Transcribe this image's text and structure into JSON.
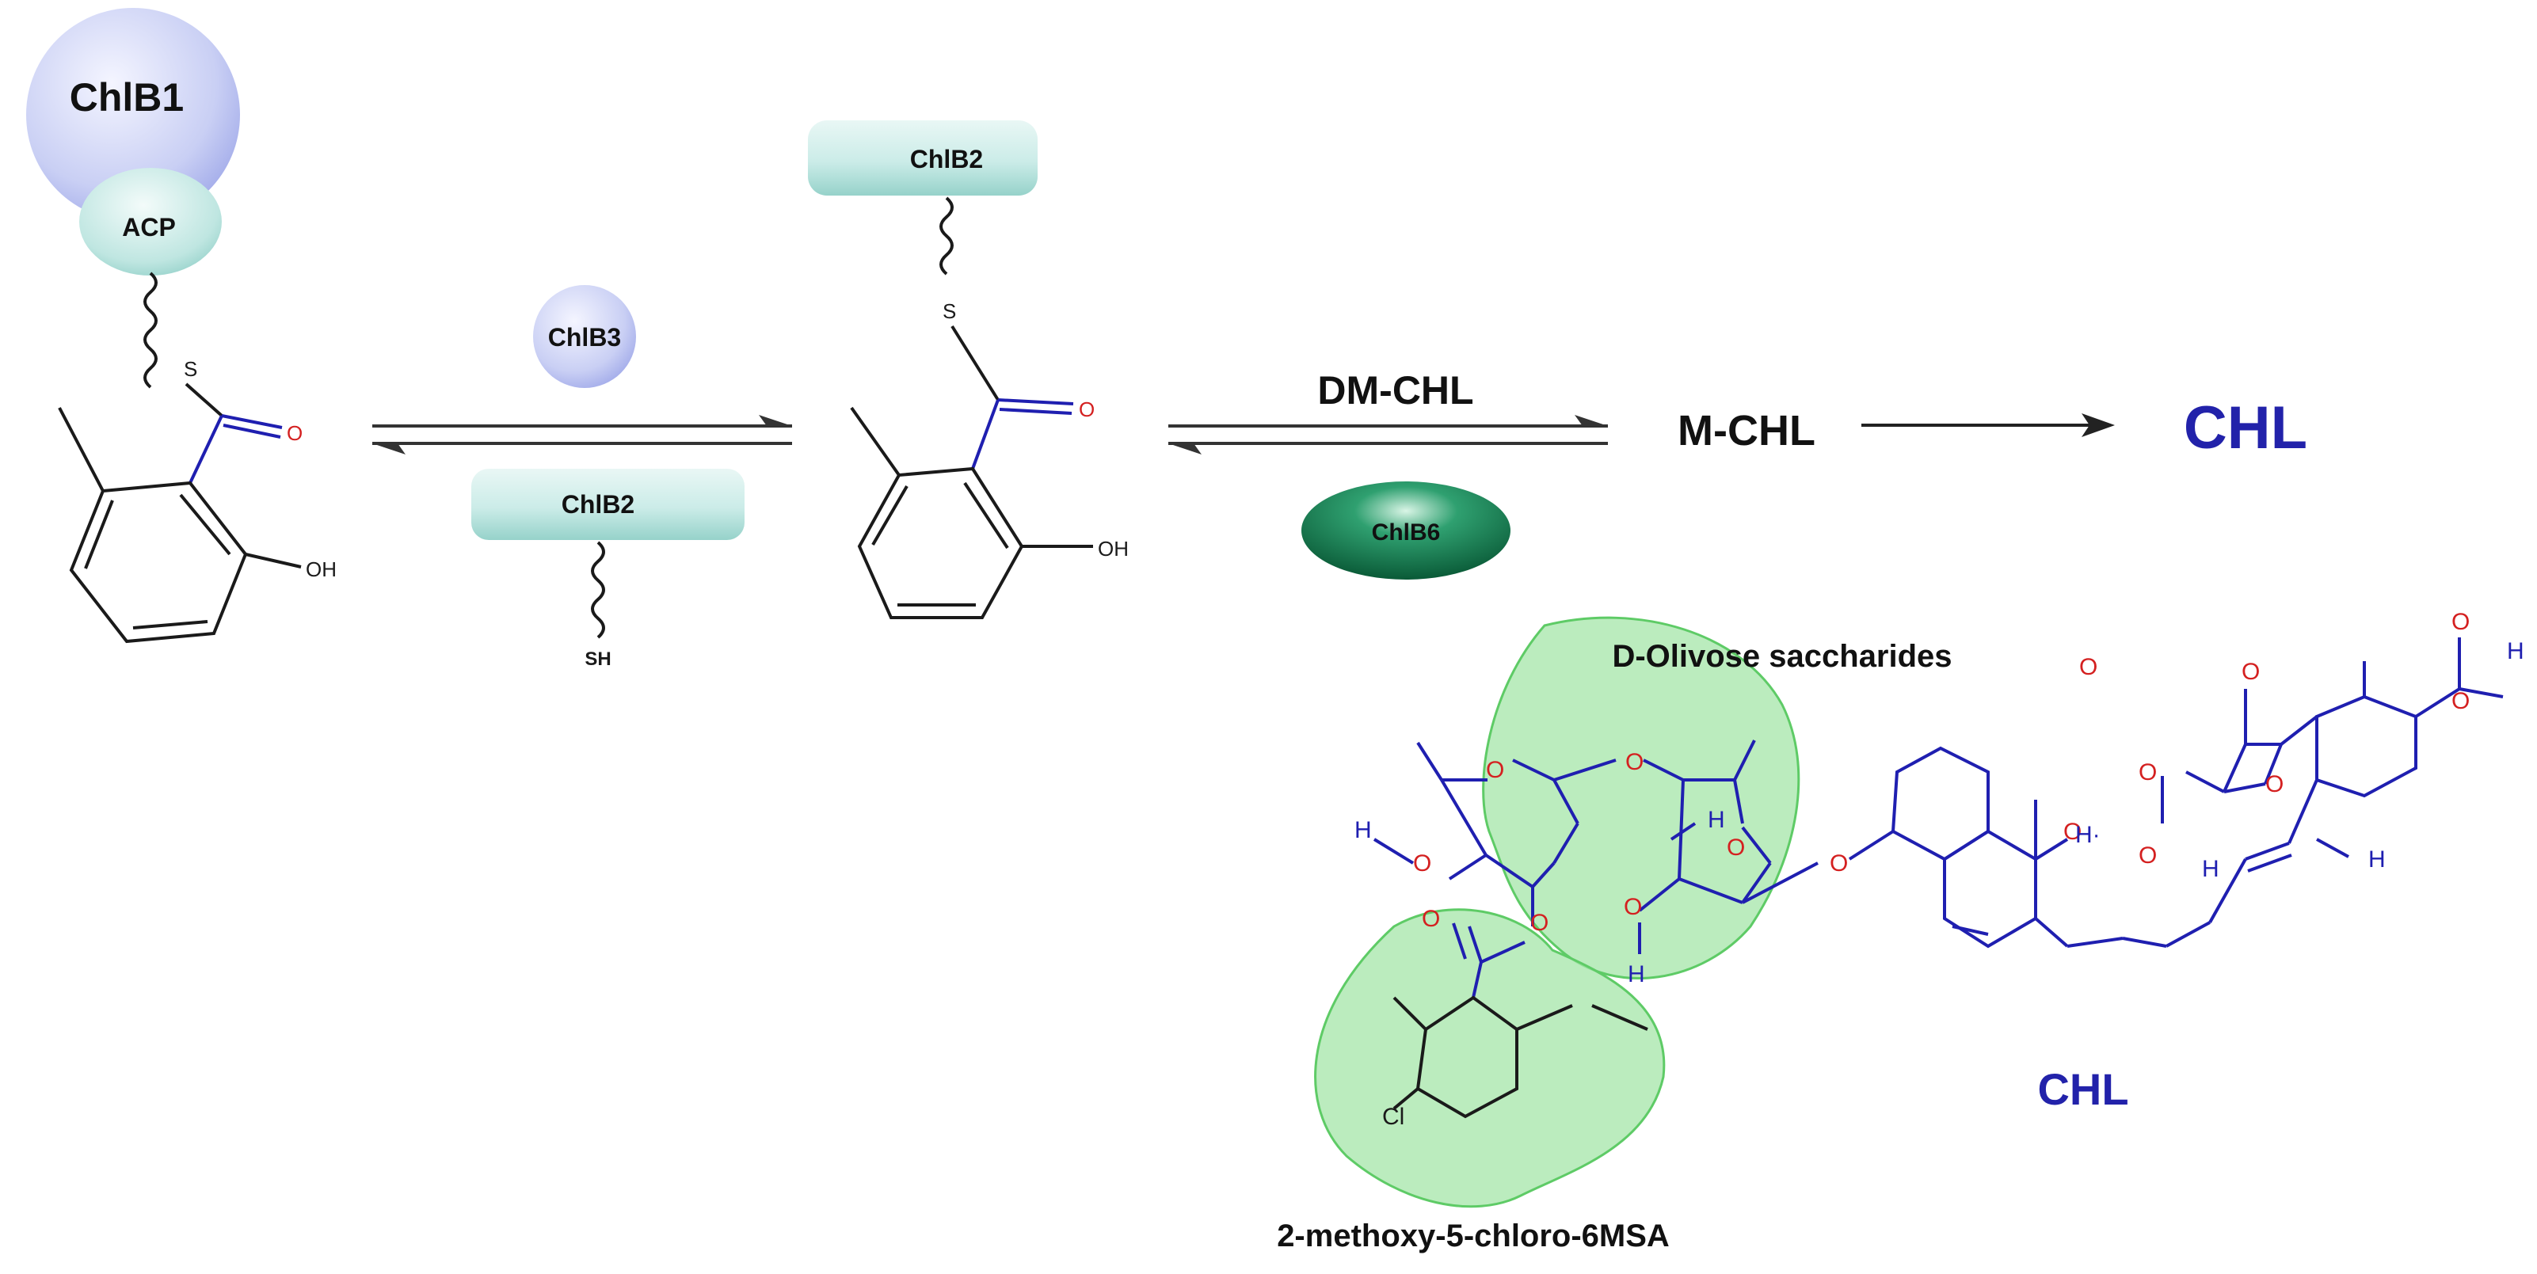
{
  "colors": {
    "background": "#ffffff",
    "bond_black": "#1a1a1a",
    "bond_blue": "#1f1fb0",
    "atom_red": "#d42020",
    "enzyme_purple_light": "#eef0ff",
    "enzyme_purple_dark": "#aab2ea",
    "enzyme_teal_light": "#e6f6f4",
    "enzyme_teal_dark": "#8fcfc8",
    "enzyme_green_dark": "#0c6e45",
    "highlight_green": "#a4e6a8",
    "highlight_green_border": "#5ecb66",
    "label_blue": "#2222aa"
  },
  "enzymes": {
    "chlb1": "ChlB1",
    "acp": "ACP",
    "chlb3": "ChlB3",
    "chlb2_top": "ChlB2",
    "chlb2_mid": "ChlB2",
    "chlb6": "ChlB6"
  },
  "atoms": {
    "s_left": "S",
    "o_left": "O",
    "oh_left": "OH",
    "sh": "SH",
    "s_mid": "S",
    "o_mid": "O",
    "oh_mid": "OH",
    "o": "O",
    "h": "H",
    "h_dot": "H·",
    "cl": "Cl"
  },
  "pathway": {
    "dm_chl": "DM-CHL",
    "m_chl": "M-CHL",
    "chl_product": "CHL"
  },
  "structure_labels": {
    "olivose": "D-Olivose saccharides",
    "msa": "2-methoxy-5-chloro-6MSA",
    "chl": "CHL"
  }
}
